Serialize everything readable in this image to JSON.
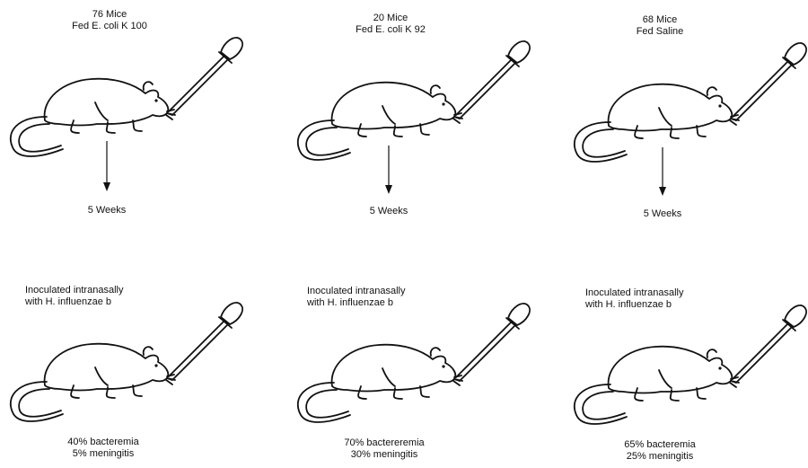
{
  "columns": [
    {
      "group_line1": "76 Mice",
      "group_line2": "Fed E. coli K 100",
      "interval": "5 Weeks",
      "challenge_line1": "Inoculated intranasally",
      "challenge_line2": "with H. influenzae b",
      "result_line1": "40% bacteremia",
      "result_line2": "5% meningitis"
    },
    {
      "group_line1": "20 Mice",
      "group_line2": "Fed E. coli K 92",
      "interval": "5 Weeks",
      "challenge_line1": "Inoculated intranasally",
      "challenge_line2": "with H. influenzae b",
      "result_line1": "70% bactereremia",
      "result_line2": "30% meningitis"
    },
    {
      "group_line1": "68 Mice",
      "group_line2": "Fed Saline",
      "interval": "5 Weeks",
      "challenge_line1": "Inoculated intranasally",
      "challenge_line2": "with H. influenzae b",
      "result_line1": "65% bacteremia",
      "result_line2": "25% meningitis"
    }
  ],
  "icons": {
    "mouse": "mouse-illustration",
    "dropper": "dropper-icon",
    "arrow": "arrow-down-icon"
  }
}
